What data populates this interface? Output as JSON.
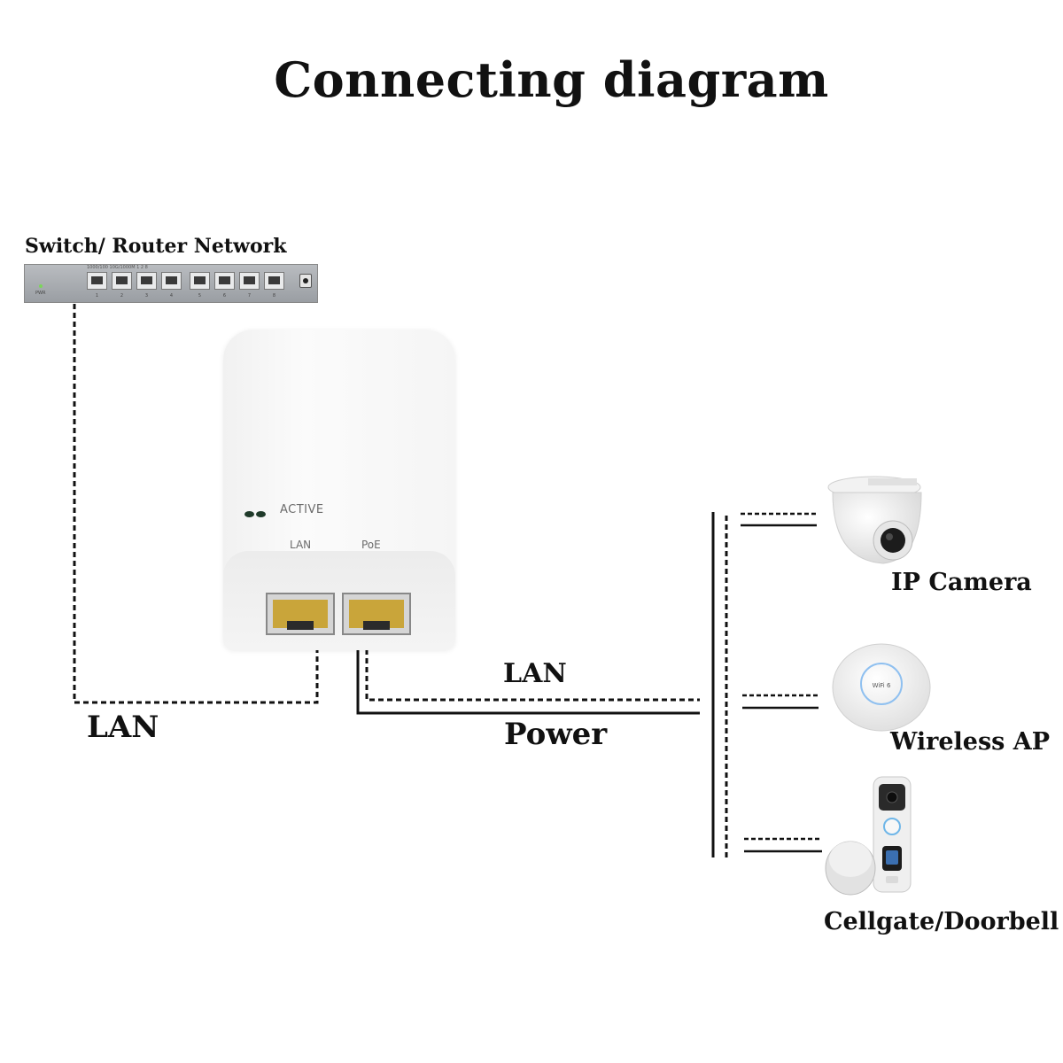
{
  "title": "Connecting diagram",
  "switch": {
    "label": "Switch/ Router Network",
    "header_text": "1000/100 10G/1000M 1 2 8",
    "ports": [
      "1",
      "2",
      "3",
      "4",
      "5",
      "6",
      "7",
      "8"
    ],
    "power_label": "PWR"
  },
  "injector": {
    "status_label": "ACTIVE",
    "lan_port_label": "LAN",
    "poe_port_label": "PoE"
  },
  "connections": {
    "switch_to_injector_label": "LAN",
    "injector_output_lan_label": "LAN",
    "injector_output_power_label": "Power"
  },
  "devices": [
    {
      "name": "IP Camera",
      "icon": "dome-camera-icon"
    },
    {
      "name": "Wireless AP",
      "icon": "access-point-icon",
      "badge": "WiFi 6"
    },
    {
      "name": "Cellgate/Doorbell",
      "icon": "doorbell-icon"
    }
  ],
  "colors": {
    "line": "#111111",
    "port_gold": "#c9a53a",
    "device_white": "#f4f4f4",
    "led_green": "#7bd65a"
  }
}
